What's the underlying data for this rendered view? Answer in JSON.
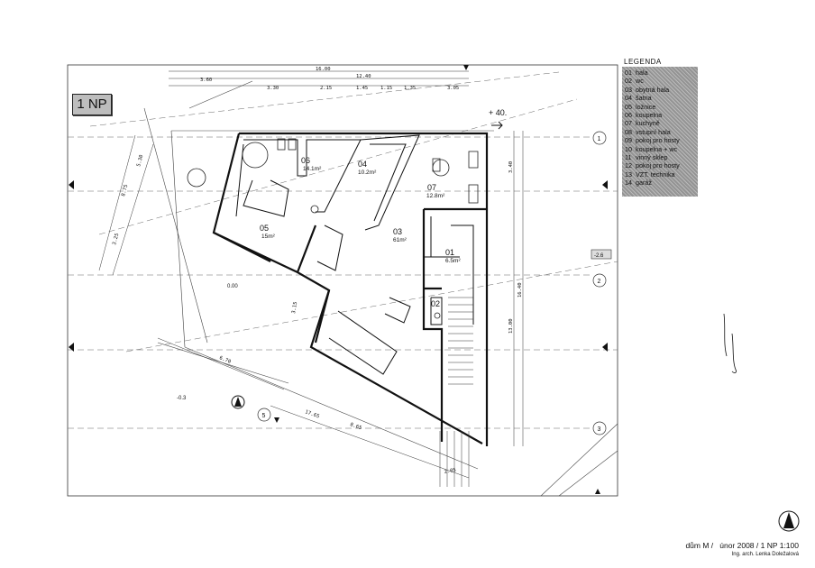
{
  "title": "1 NP",
  "legend": {
    "title": "LEGENDA",
    "items": [
      {
        "num": "01",
        "label": "hala"
      },
      {
        "num": "02",
        "label": "wc"
      },
      {
        "num": "03",
        "label": "obytná hala"
      },
      {
        "num": "04",
        "label": "šatna"
      },
      {
        "num": "05",
        "label": "ložnice"
      },
      {
        "num": "06",
        "label": "koupelna"
      },
      {
        "num": "07",
        "label": "kuchyně"
      },
      {
        "num": "08",
        "label": "vstupní hala"
      },
      {
        "num": "09",
        "label": "pokoj pro hosty"
      },
      {
        "num": "10",
        "label": "koupelna + wc"
      },
      {
        "num": "11",
        "label": "vinný sklep"
      },
      {
        "num": "12",
        "label": "pokoj pro hosty"
      },
      {
        "num": "13",
        "label": "VZT. technika"
      },
      {
        "num": "14",
        "label": "garáž"
      }
    ]
  },
  "rooms": [
    {
      "num": "06",
      "area": "14.1m²"
    },
    {
      "num": "04",
      "area": "10.2m²"
    },
    {
      "num": "07",
      "area": "12.8m²"
    },
    {
      "num": "05",
      "area": "15m²"
    },
    {
      "num": "03",
      "area": "61m²"
    },
    {
      "num": "01",
      "area": "6.5m²"
    },
    {
      "num": "02",
      "area": ""
    }
  ],
  "dimensions": {
    "top_total": "16.00",
    "top_second": "12.40",
    "top_left": "3.60",
    "top_segments": [
      "3.30",
      "2.15",
      "1.45",
      "1.15",
      "1.35",
      "3.05"
    ],
    "right_top": "3.40",
    "right_total": "16.40",
    "right_mid": "13.00",
    "left_diag": [
      "5.30",
      "8.75",
      "3.25"
    ],
    "bottom_diag": [
      "6.70",
      "17.65",
      "8.65"
    ],
    "bottom_right": "2.05",
    "inner_small": "3.15"
  },
  "levels": {
    "entry": "+ 40.",
    "zero": "0.00",
    "minus_low": "-0.3",
    "minus_right": "-2.6"
  },
  "grid_axes": [
    "1",
    "2",
    "3"
  ],
  "axis_five": "5",
  "footer": {
    "project": "dům M /",
    "date_scale": "únor 2008 / 1 NP  1:100",
    "author": "Ing. arch. Lenka Doležalová"
  },
  "north_icon": "north-arrow-icon"
}
